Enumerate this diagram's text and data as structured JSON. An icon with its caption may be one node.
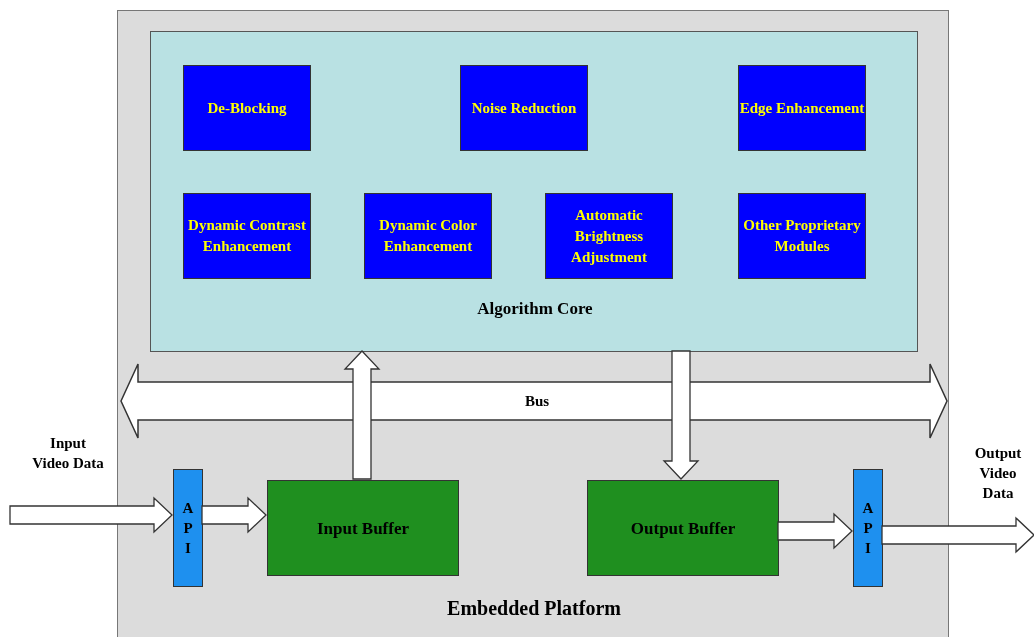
{
  "diagram": {
    "nodes": [
      {
        "text": [
          "Embedded Platform"
        ]
      },
      {
        "text": [
          "Algorithm Core"
        ],
        "in": 0
      },
      {
        "text": [
          "De-Blocking"
        ],
        "in": 1
      },
      {
        "text": [
          "Noise Reduction"
        ],
        "in": 1
      },
      {
        "text": [
          "Edge Enhancement"
        ],
        "in": 1
      },
      {
        "text": [
          "Dynamic Contrast Enhancement"
        ],
        "in": 1
      },
      {
        "text": [
          "Dynamic Color Enhancement"
        ],
        "in": 1
      },
      {
        "text": [
          "Automatic Brightness Adjustment"
        ],
        "in": 1
      },
      {
        "text": [
          "Other Proprietary Modules"
        ],
        "in": 1
      },
      {
        "text": [
          "Bus"
        ],
        "in": 0
      },
      {
        "text": [
          "A P I"
        ],
        "in": 0
      },
      {
        "text": [
          "Input Buffer"
        ],
        "in": 0
      },
      {
        "text": [
          "Output Buffer"
        ],
        "in": 0
      },
      {
        "text": [
          "A P I"
        ],
        "in": 0
      }
    ],
    "edges": [
      {
        "from": null,
        "to": 10,
        "arrow": "to"
      },
      {
        "from": 10,
        "to": 11,
        "arrow": "to"
      },
      {
        "from": 11,
        "to": 1,
        "arrow": "to"
      },
      {
        "from": 1,
        "to": 12,
        "arrow": "to"
      },
      {
        "from": 12,
        "to": 13,
        "arrow": "to"
      },
      {
        "from": 13,
        "to": null,
        "arrow": "to"
      }
    ],
    "labels": [
      "Input Video Data",
      "Output Video Data"
    ]
  }
}
